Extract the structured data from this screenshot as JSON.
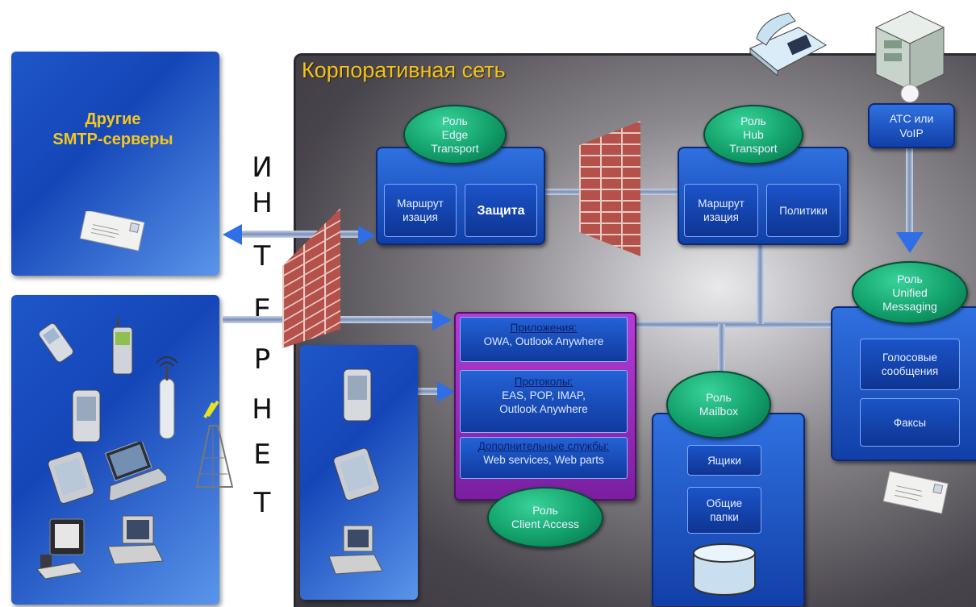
{
  "corporate_network": {
    "title": "Корпоративная сеть"
  },
  "internet_letters": [
    "И",
    "Н",
    "Т",
    "Е",
    "Р",
    "Н",
    "Е",
    "Т"
  ],
  "smtp_panel": {
    "title_line1": "Другие",
    "title_line2": "SMTP-серверы"
  },
  "edge_transport": {
    "role_line1": "Роль",
    "role_line2": "Edge",
    "role_line3": "Transport",
    "routing_line1": "Маршрут",
    "routing_line2": "изация",
    "protection": "Защита"
  },
  "hub_transport": {
    "role_line1": "Роль",
    "role_line2": "Hub",
    "role_line3": "Transport",
    "routing_line1": "Маршрут",
    "routing_line2": "изация",
    "policies": "Политики"
  },
  "pbx": {
    "line1": "АТС или",
    "line2": "VoIP"
  },
  "unified_messaging": {
    "role_line1": "Роль",
    "role_line2": "Unified",
    "role_line3": "Messaging",
    "voice_line1": "Голосовые",
    "voice_line2": "сообщения",
    "faxes": "Факсы"
  },
  "client_access": {
    "apps_header": "Приложения:",
    "apps_value": "OWA, Outlook Anywhere",
    "protocols_header": "Протоколы:",
    "protocols_line1": "EAS, POP, IMAP,",
    "protocols_line2": "Outlook Anywhere",
    "services_header": "Дополнительные службы:",
    "services_value": "Web services, Web parts",
    "role_line1": "Роль",
    "role_line2": "Client Access"
  },
  "mailbox": {
    "role_line1": "Роль",
    "role_line2": "Mailbox",
    "mailboxes": "Ящики",
    "public_line1": "Общие",
    "public_line2": "папки"
  }
}
